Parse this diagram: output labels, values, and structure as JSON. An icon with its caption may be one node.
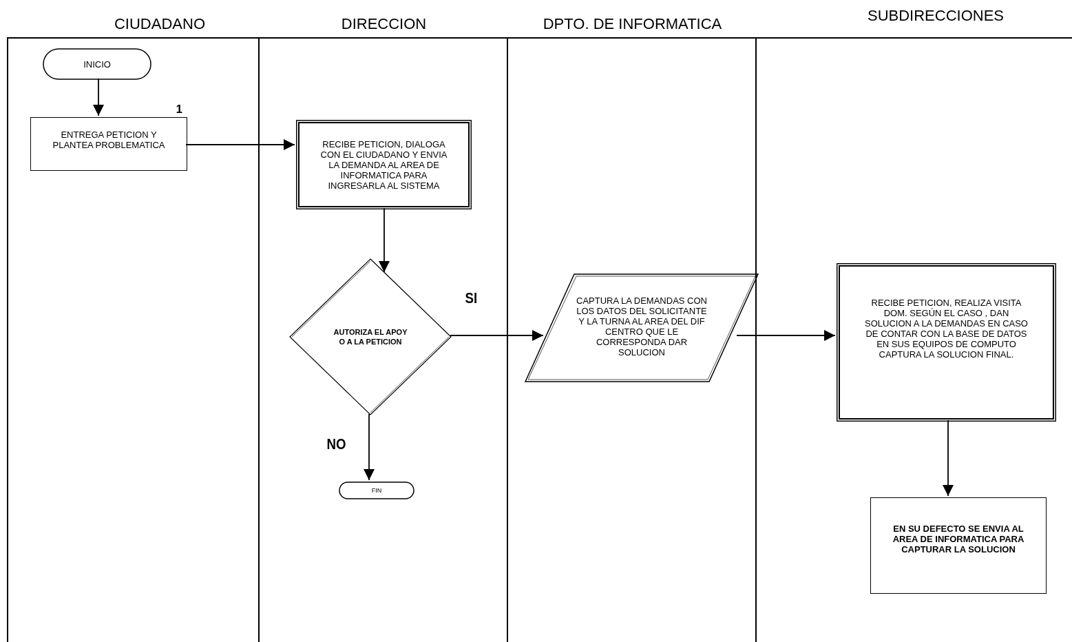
{
  "diagram": {
    "nodes": [
      {
        "text": [
          "CIUDADANO"
        ]
      },
      {
        "text": [
          "DIRECCION"
        ]
      },
      {
        "text": [
          "DPTO. DE  INFORMATICA"
        ]
      },
      {
        "text": [
          "SUBDIRECCIONES"
        ]
      },
      {
        "text": [
          "INICIO"
        ],
        "in": 0
      },
      {
        "text": [
          "ENTREGA PETICION Y PLANTEA PROBLEMATICA"
        ],
        "in": 0,
        "beside": [
          "1"
        ]
      },
      {
        "text": [
          "RECIBE PETICION, DIALOGA  CON EL CIUDADANO Y ENVIA  LA DEMANDA AL AREA DE INFORMATICA PARA INGRESARLA AL SISTEMA"
        ],
        "in": 1
      },
      {
        "text": [
          "AUTORIZA EL APOY O A LA PETICION"
        ],
        "in": 1
      },
      {
        "text": [
          "FIN"
        ],
        "in": 1
      },
      {
        "text": [
          "CAPTURA  LA DEMANDAS CON LOS DATOS  DEL SOLICITANTE Y LA TURNA AL AREA DEL DIF CENTRO QUE LE CORRESPONDA DAR SOLUCION"
        ],
        "in": 2
      },
      {
        "text": [
          "RECIBE PETICION,  REALIZA VISITA DOM. SEGÚN EL CASO , DAN SOLUCION A LA DEMANDAS EN CASO DE CONTAR CON  LA BASE DE DATOS EN SUS EQUIPOS DE COMPUTO CAPTURA LA SOLUCION FINAL."
        ],
        "in": 3
      },
      {
        "text": [
          "EN  SU DEFECTO SE ENVIA  AL AREA DE INFORMATICA  PARA CAPTURAR  LA SOLUCION"
        ],
        "in": 3
      }
    ],
    "edges": [
      {
        "from": 4,
        "to": 5,
        "arrow": "to"
      },
      {
        "from": 5,
        "to": 6,
        "arrow": "to"
      },
      {
        "from": 6,
        "to": 7,
        "arrow": "to"
      },
      {
        "from": 7,
        "to": 9,
        "arrow": "to",
        "label": "SI"
      },
      {
        "from": 7,
        "to": 8,
        "arrow": "to",
        "label": "NO"
      },
      {
        "from": 9,
        "to": 10,
        "arrow": "to"
      },
      {
        "from": 10,
        "to": 11,
        "arrow": "to"
      }
    ]
  }
}
